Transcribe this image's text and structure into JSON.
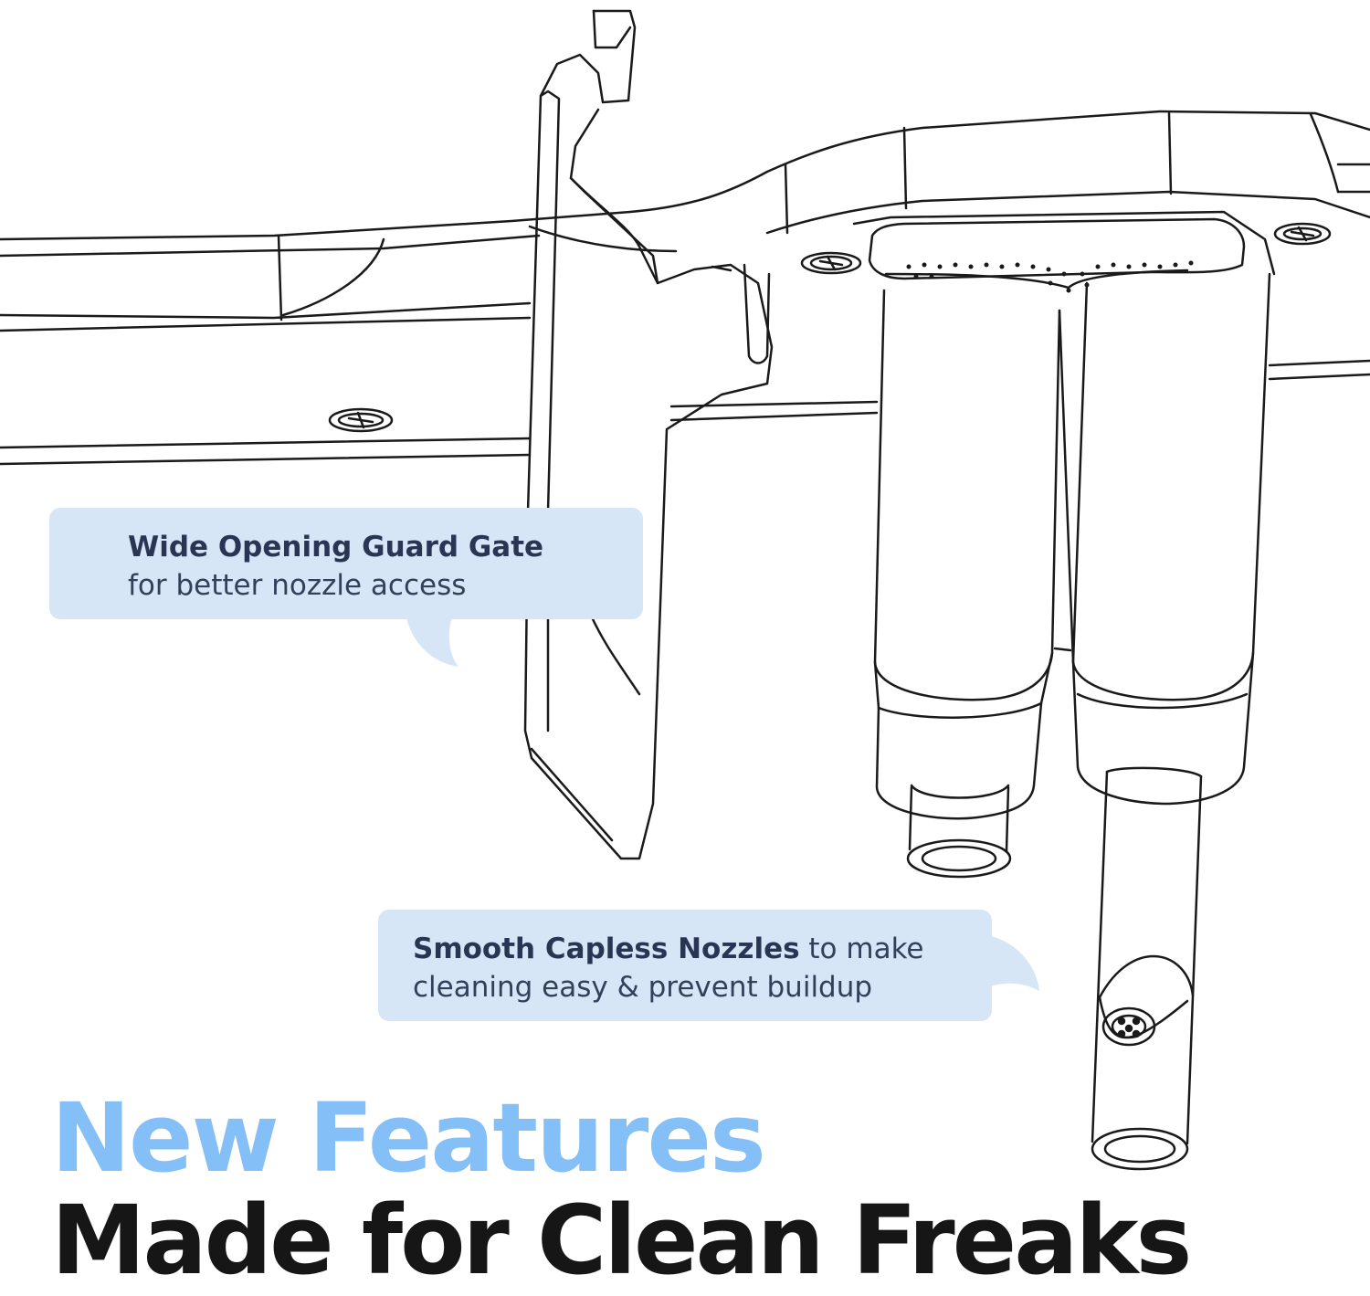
{
  "callouts": {
    "gate": {
      "title": "Wide Opening Guard Gate",
      "subtitle": "for better nozzle access"
    },
    "nozzles": {
      "title": "Smooth Capless Nozzles",
      "text_inline": " to make",
      "text_line2": "cleaning easy & prevent buildup"
    }
  },
  "headline": {
    "line1": "New Features",
    "line2": "Made for Clean Freaks"
  },
  "colors": {
    "callout_bg": "#d6e6f7",
    "headline_accent": "#85bff7",
    "headline_dark": "#161616",
    "line_art": "#1a1a1a"
  },
  "icons": {
    "illustration": "bidet-nozzle-line-drawing"
  }
}
